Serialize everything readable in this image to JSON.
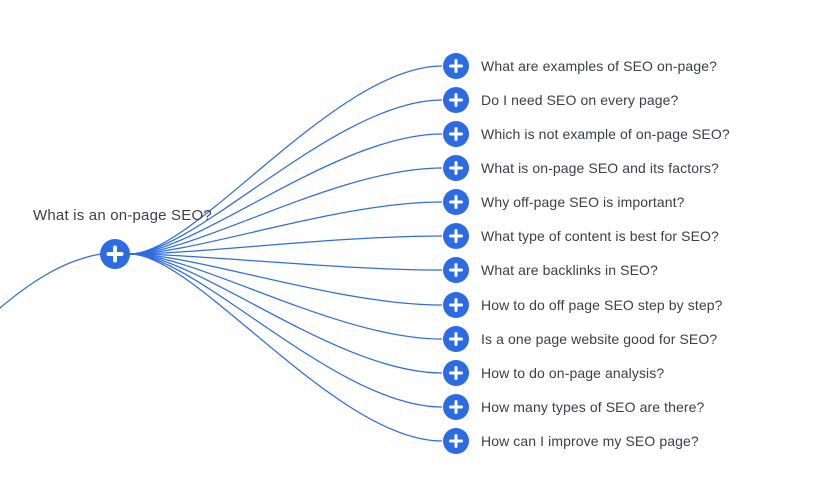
{
  "colors": {
    "node_blue": "#2c6be4",
    "line_blue": "#2f6ce2",
    "text_color": "#3b3e43",
    "bg": "#ffffff"
  },
  "icons": {
    "plus": "+"
  },
  "root": {
    "label": "What is an on-page SEO?"
  },
  "nodes": [
    {
      "label": "What are examples of SEO on-page?"
    },
    {
      "label": "Do I need SEO on every page?"
    },
    {
      "label": "Which is not example of on-page SEO?"
    },
    {
      "label": "What is on-page SEO and its factors?"
    },
    {
      "label": "Why off-page SEO is important?"
    },
    {
      "label": "What type of content is best for SEO?"
    },
    {
      "label": "What are backlinks in SEO?"
    },
    {
      "label": "How to do off page SEO step by step?"
    },
    {
      "label": "Is a one page website good for SEO?"
    },
    {
      "label": "How to do on-page analysis?"
    },
    {
      "label": "How many types of SEO are there?"
    },
    {
      "label": "How can I improve my SEO page?"
    }
  ]
}
